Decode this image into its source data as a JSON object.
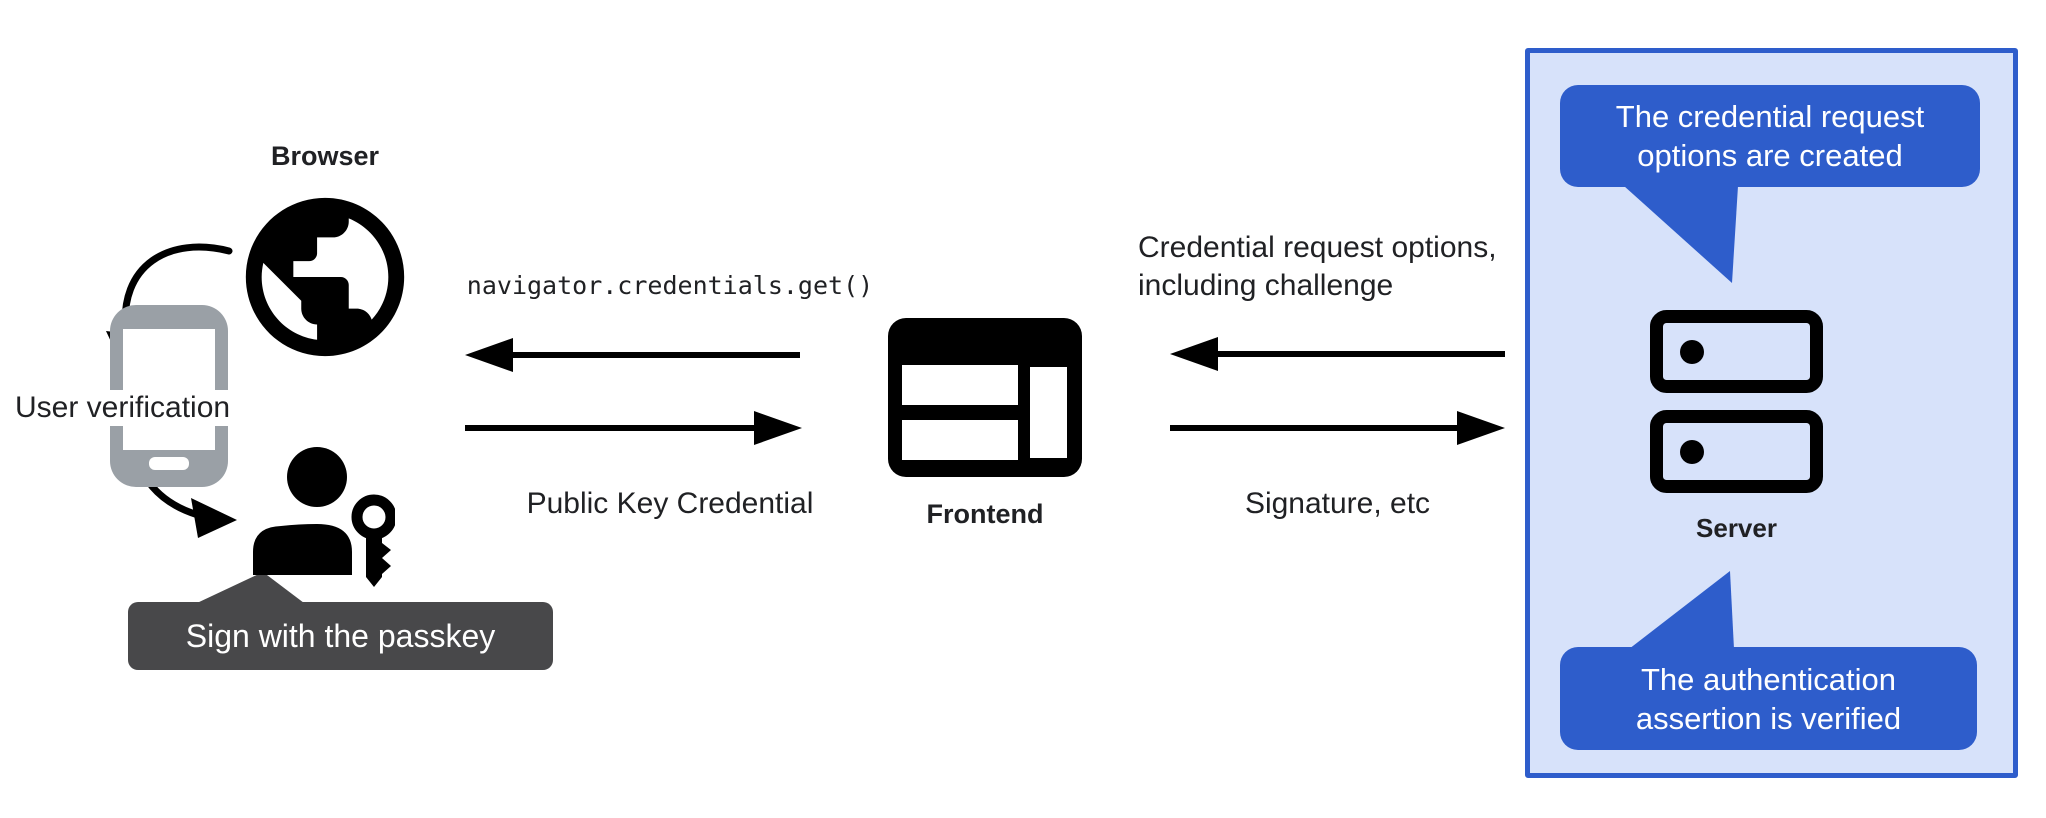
{
  "nodes": {
    "browser": {
      "label": "Browser"
    },
    "user_verification": {
      "label": "User verification"
    },
    "passkey_tooltip": {
      "label": "Sign with the passkey"
    },
    "frontend": {
      "label": "Frontend"
    },
    "server": {
      "label": "Server"
    }
  },
  "messages": {
    "navigator_call": "navigator.credentials.get()",
    "public_key_credential": "Public Key Credential",
    "credential_request_line1": "Credential request options,",
    "credential_request_line2": "including challenge",
    "signature": "Signature, etc"
  },
  "callouts": {
    "top": {
      "line1": "The credential request",
      "line2": "options are created"
    },
    "bottom": {
      "line1": "The authentication",
      "line2": "assertion is verified"
    }
  },
  "icons": {
    "globe": "globe-icon",
    "smartphone": "smartphone-icon",
    "passkey_user": "passkey-user-icon",
    "frontend_window": "frontend-window-icon",
    "server_stack": "server-stack-icon"
  },
  "colors": {
    "callout-blue": "#2E5DCB",
    "server-box-fill": "#D7E2FA",
    "server-box-border": "#2E5DCB",
    "tooltip-gray": "#48484A",
    "phone-gray": "#9AA0A6",
    "icon-black": "#000000",
    "text-dark": "#202124"
  }
}
